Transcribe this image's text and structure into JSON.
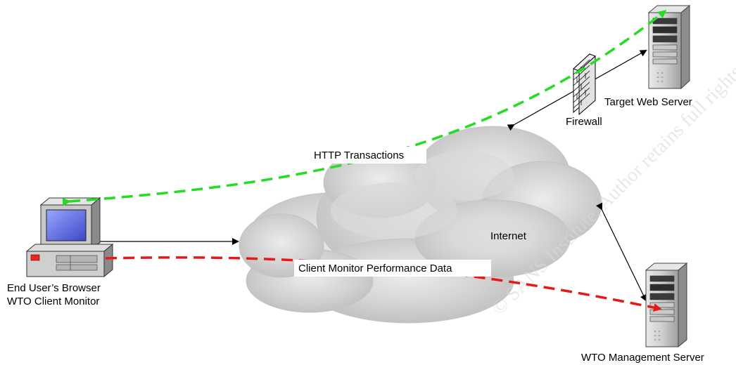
{
  "labels": {
    "target_server": "Target Web Server",
    "firewall": "Firewall",
    "http": "HTTP Transactions",
    "internet": "Internet",
    "client_perf": "Client Monitor Performance Data",
    "browser_line1": "End User’s Browser",
    "browser_line2": "WTO Client Monitor",
    "mgmt_server": "WTO Management Server"
  },
  "watermark": "© SANS Institute, Author retains full rights."
}
